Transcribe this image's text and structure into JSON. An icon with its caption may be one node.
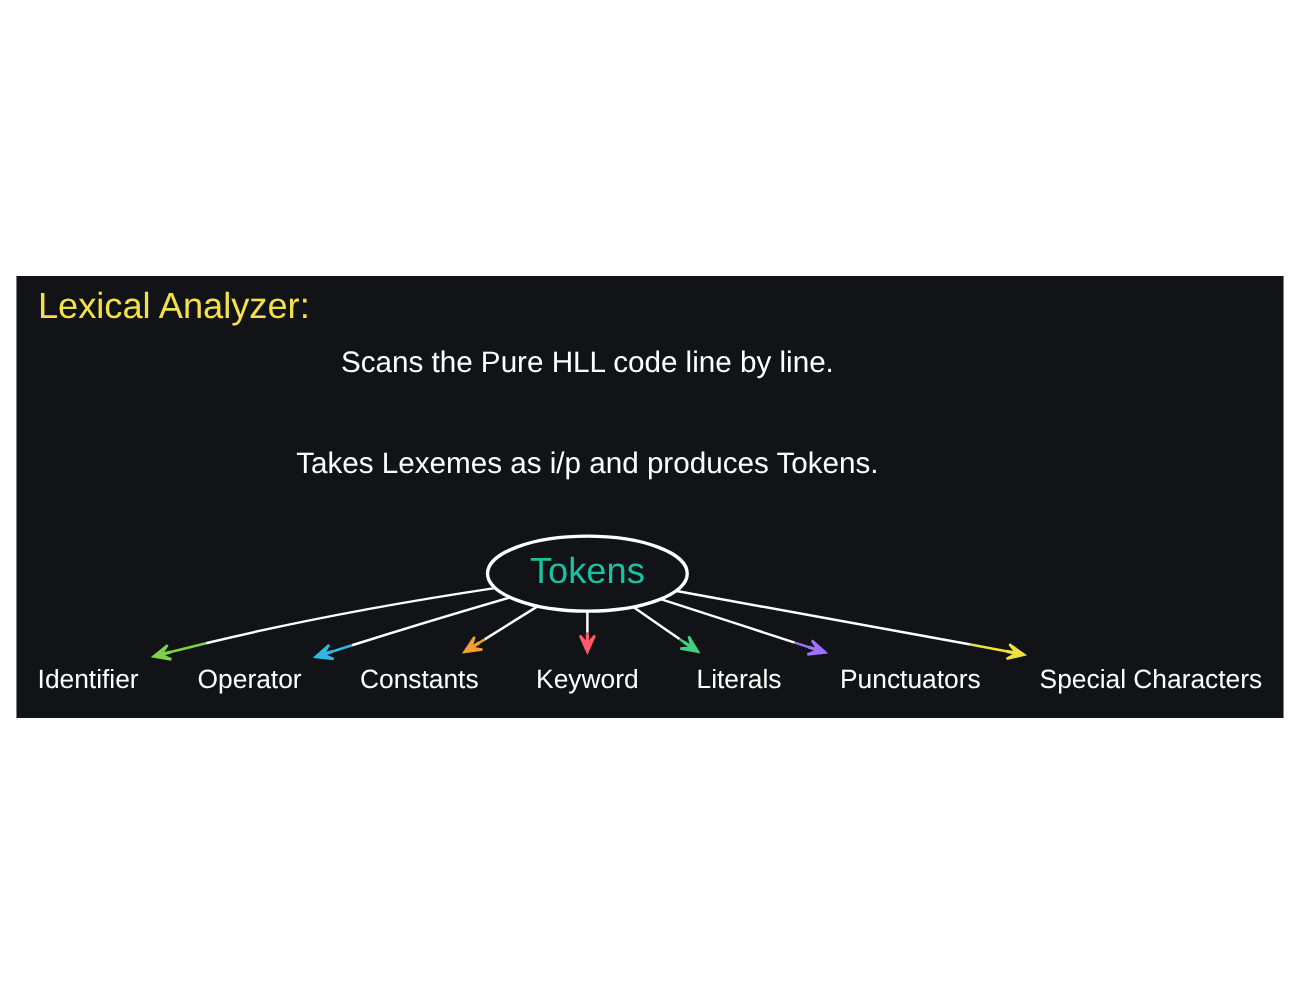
{
  "diagram": {
    "title": "Lexical Analyzer:",
    "nodes": [
      {
        "text": [
          "Tokens"
        ]
      },
      {
        "text": [
          "Identifier"
        ]
      },
      {
        "text": [
          "Operator"
        ]
      },
      {
        "text": [
          "Constants"
        ]
      },
      {
        "text": [
          "Keyword"
        ]
      },
      {
        "text": [
          "Literals"
        ]
      },
      {
        "text": [
          "Punctuators"
        ]
      },
      {
        "text": [
          "Special Characters"
        ]
      }
    ],
    "edges": [
      {
        "from": 0,
        "to": 1,
        "arrow": "to"
      },
      {
        "from": 0,
        "to": 2,
        "arrow": "to"
      },
      {
        "from": 0,
        "to": 3,
        "arrow": "to"
      },
      {
        "from": 0,
        "to": 4,
        "arrow": "to"
      },
      {
        "from": 0,
        "to": 5,
        "arrow": "to"
      },
      {
        "from": 0,
        "to": 6,
        "arrow": "to"
      },
      {
        "from": 0,
        "to": 7,
        "arrow": "to"
      }
    ],
    "labels": [
      "Scans the Pure HLL code line by line.",
      "Takes Lexemes as i/p and produces Tokens."
    ]
  }
}
